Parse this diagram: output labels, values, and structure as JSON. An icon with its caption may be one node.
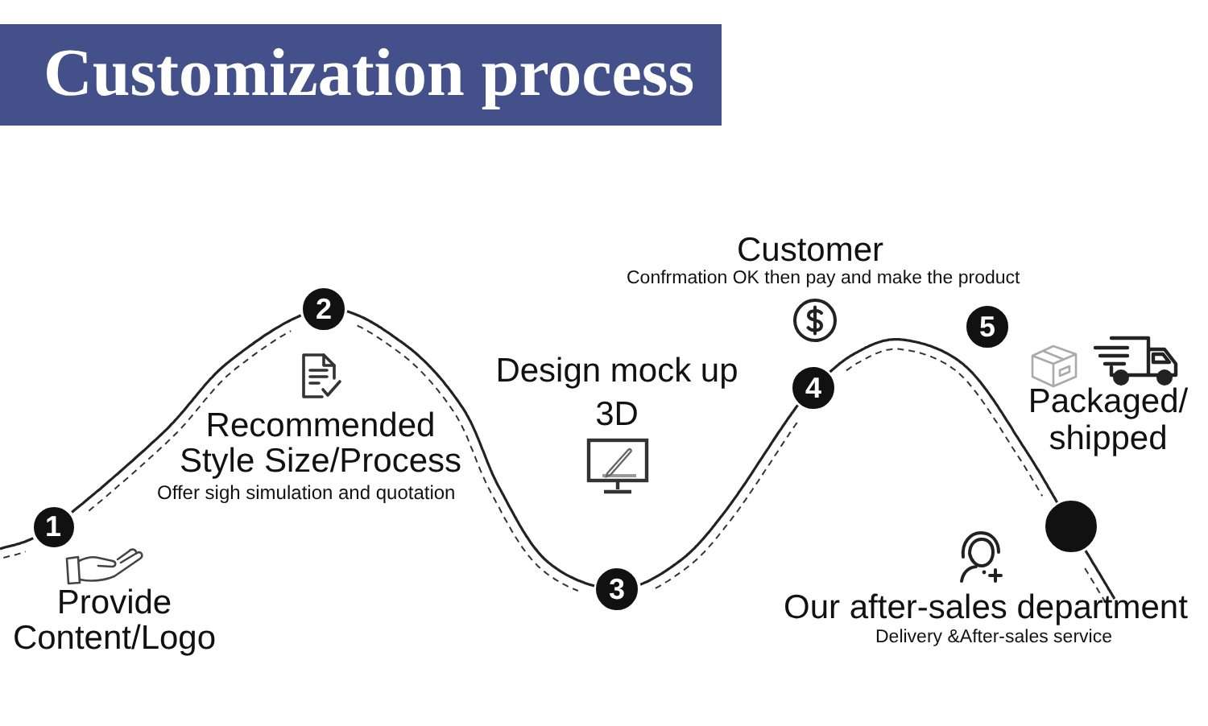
{
  "diagram": {
    "title": "Customization process",
    "nodes": [
      {
        "text": [
          "1"
        ],
        "beside": [
          "Provide Content/Logo"
        ]
      },
      {
        "text": [
          "2"
        ],
        "beside": [
          "Recommended Style Size/Process",
          "Offer sigh simulation and quotation"
        ]
      },
      {
        "text": [
          "3"
        ]
      },
      {
        "text": [
          "4"
        ],
        "beside": [
          "Customer",
          "Confrmation OK then pay and make the product"
        ]
      },
      {
        "text": [
          "5"
        ],
        "beside": [
          "Packaged/ shipped"
        ]
      },
      {
        "text": [],
        "shape": "circle",
        "beside": [
          "Our after-sales department",
          "Delivery &After-sales service"
        ]
      }
    ],
    "edges": [
      {
        "from": null,
        "to": 0,
        "arrow": "none"
      },
      {
        "from": 0,
        "to": 1,
        "arrow": "none"
      },
      {
        "from": 1,
        "to": 2,
        "arrow": "none"
      },
      {
        "from": 2,
        "to": 3,
        "arrow": "none"
      },
      {
        "from": 3,
        "to": 5,
        "arrow": "none"
      },
      {
        "from": 5,
        "to": null,
        "arrow": "none"
      }
    ],
    "labels": [
      "Design mock up 3D"
    ]
  }
}
